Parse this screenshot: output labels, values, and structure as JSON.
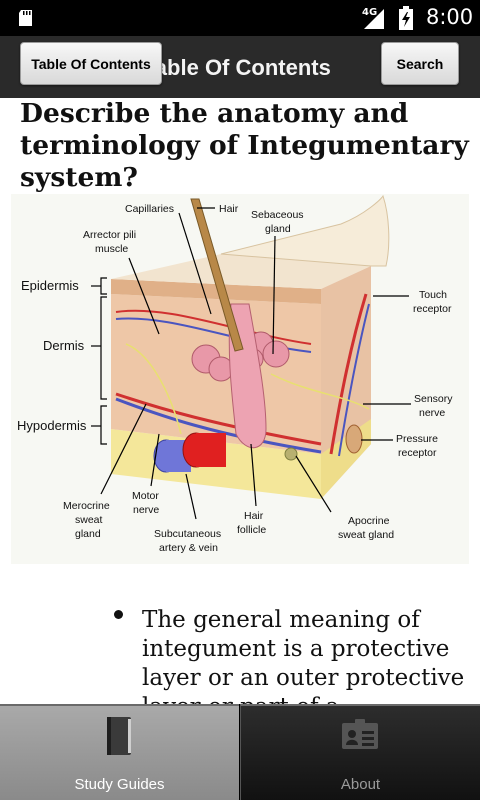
{
  "status_bar": {
    "network": "4G",
    "time": "8:00",
    "icons": [
      "sd-card-icon",
      "signal-icon",
      "battery-icon"
    ]
  },
  "action_bar": {
    "title": "Table Of Contents",
    "toc_button": "Table Of Contents",
    "search_button": "Search"
  },
  "content": {
    "question": "Describe the anatomy and terminology of Integumentary system?",
    "figure_labels": {
      "epidermis": "Epidermis",
      "dermis": "Dermis",
      "hypodermis": "Hypodermis",
      "capillaries": "Capillaries",
      "hair": "Hair",
      "sebaceous_1": "Sebaceous",
      "sebaceous_2": "gland",
      "arrector_1": "Arrector pili",
      "arrector_2": "muscle",
      "touch_1": "Touch",
      "touch_2": "receptor",
      "sensory_1": "Sensory",
      "sensory_2": "nerve",
      "pressure_1": "Pressure",
      "pressure_2": "receptor",
      "merocrine_1": "Merocrine",
      "merocrine_2": "sweat",
      "merocrine_3": "gland",
      "motor_1": "Motor",
      "motor_2": "nerve",
      "hair_follicle_1": "Hair",
      "hair_follicle_2": "follicle",
      "apocrine_1": "Apocrine",
      "apocrine_2": "sweat gland",
      "subcut_1": "Subcutaneous",
      "subcut_2": "artery & vein"
    },
    "bullet_text": "The general meaning of integument is a protective layer or an outer protective layer or part of a..."
  },
  "tabs": [
    {
      "label": "Study Guides",
      "icon": "book-icon",
      "selected": true
    },
    {
      "label": "About",
      "icon": "contact-card-icon",
      "selected": false
    }
  ],
  "colors": {
    "status_bar": "#000000",
    "action_bar": "#2a2a2a",
    "tab_selected": "#9a9a9a",
    "tab_unselected": "#1a1a1a"
  }
}
